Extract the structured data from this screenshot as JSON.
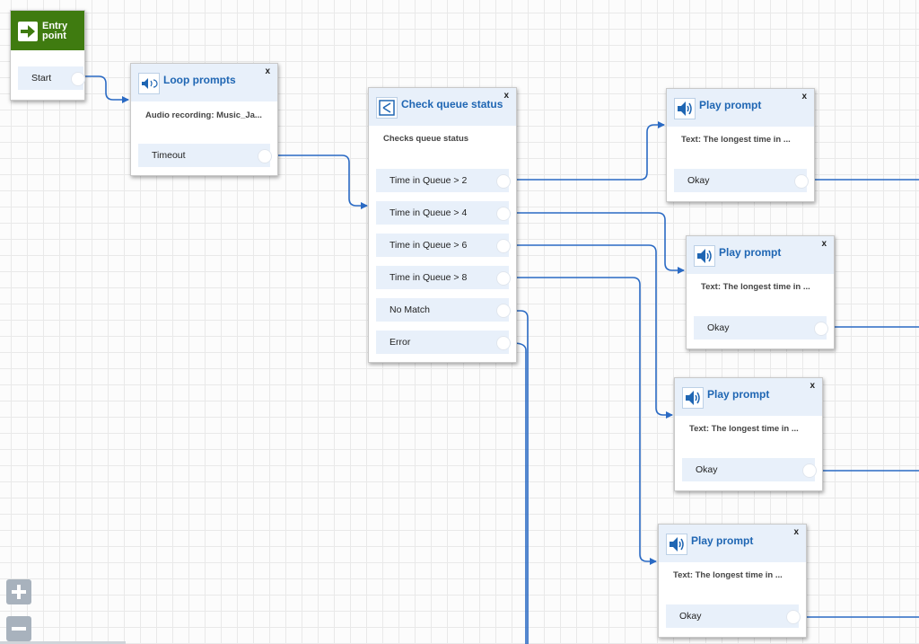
{
  "entry": {
    "title_line1": "Entry",
    "title_line2": "point",
    "start_label": "Start"
  },
  "loop_prompts": {
    "title": "Loop prompts",
    "close": "x",
    "description": "Audio recording: Music_Ja...",
    "branch_timeout": "Timeout"
  },
  "check_queue": {
    "title": "Check queue status",
    "close": "x",
    "description": "Checks queue status",
    "branches": [
      "Time in Queue > 2",
      "Time in Queue > 4",
      "Time in Queue > 6",
      "Time in Queue > 8",
      "No Match",
      "Error"
    ]
  },
  "play_prompts": [
    {
      "title": "Play prompt",
      "close": "x",
      "description": "Text: The longest time in ...",
      "branch": "Okay"
    },
    {
      "title": "Play prompt",
      "close": "x",
      "description": "Text: The longest time in ...",
      "branch": "Okay"
    },
    {
      "title": "Play prompt",
      "close": "x",
      "description": "Text: The longest time in ...",
      "branch": "Okay"
    },
    {
      "title": "Play prompt",
      "close": "x",
      "description": "Text: The longest time in ...",
      "branch": "Okay"
    }
  ],
  "colors": {
    "connector": "#2a6ac4",
    "entry_green": "#3f7b10",
    "node_header": "#e8f0fa",
    "title_blue": "#1f66b3"
  },
  "icons": {
    "entry": "arrow-right-icon",
    "loop_prompts": "speaker-loop-icon",
    "check_queue": "branch-icon",
    "play_prompt": "speaker-icon",
    "zoom_in": "plus-icon",
    "zoom_out": "minus-icon"
  }
}
